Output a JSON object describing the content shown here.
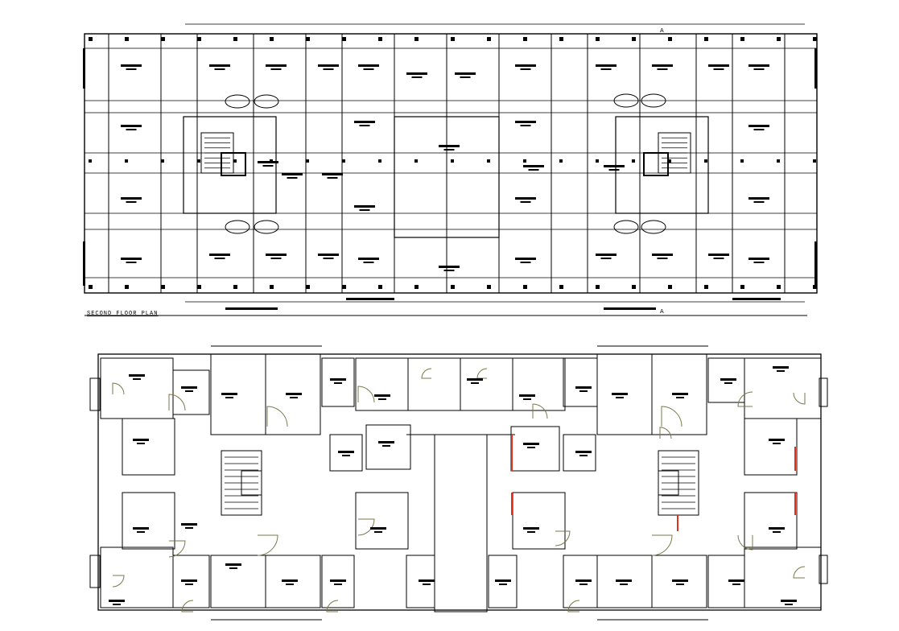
{
  "drawing": {
    "upper_title": "SECOND FLOOR PLAN",
    "section_marker_top": "A",
    "section_marker_bottom": "A"
  },
  "colors": {
    "line": "#000000",
    "door_arc": "#7a7a4a",
    "accent_red": "#e0301e",
    "background": "#ffffff"
  }
}
